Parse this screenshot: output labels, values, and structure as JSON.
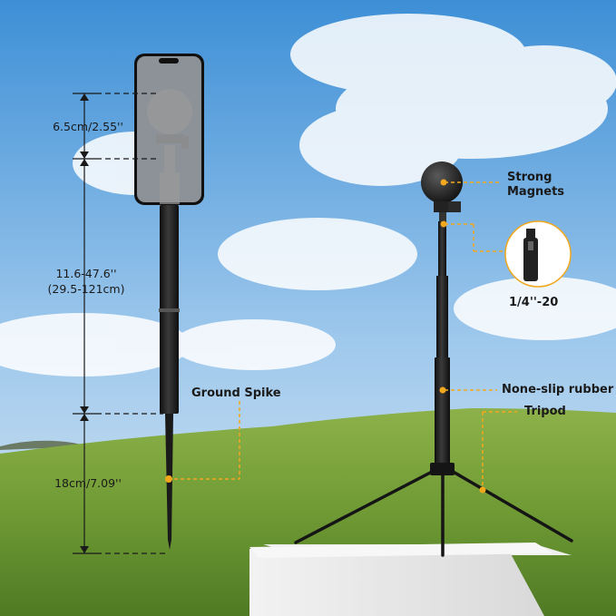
{
  "dimensions": {
    "top": "6.5cm/2.55''",
    "middle_line1": "11.6-47.6''",
    "middle_line2": "(29.5-121cm)",
    "bottom": "18cm/7.09''"
  },
  "callouts": {
    "ground_spike": "Ground Spike",
    "strong_magnets_line1": "Strong",
    "strong_magnets_line2": "Magnets",
    "thread": "1/4''-20",
    "rubber": "None-slip rubber",
    "tripod": "Tripod"
  },
  "colors": {
    "accent": "#f2a81d",
    "sky_top": "#3d8fd6",
    "grass": "#6f9a34",
    "pole": "#1e1e1e"
  }
}
